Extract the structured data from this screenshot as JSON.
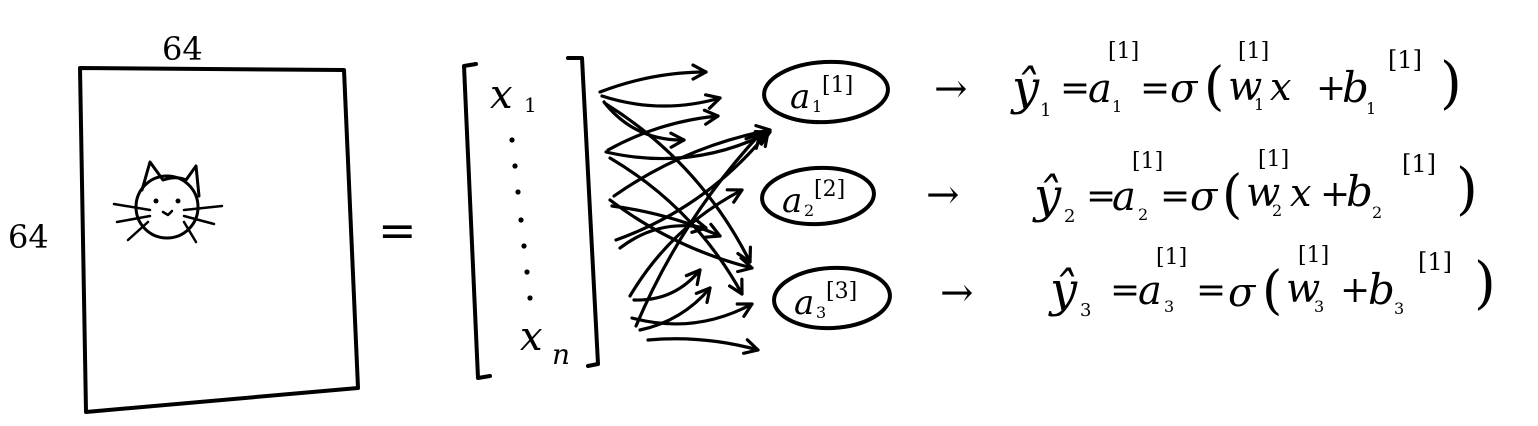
{
  "image_panel": {
    "width_label": "64",
    "height_label": "64"
  },
  "equals_sign": "=",
  "input_vector": {
    "first_symbol": "x",
    "first_index": "1",
    "last_symbol": "x",
    "last_index": "n"
  },
  "neurons": [
    {
      "symbol": "a",
      "sub": "1",
      "sup": "[1]"
    },
    {
      "symbol": "a",
      "sub": "2",
      "sup": "[2]"
    },
    {
      "symbol": "a",
      "sub": "3",
      "sup": "[3]"
    }
  ],
  "arrow_glyph": "→",
  "equations": [
    {
      "yhat": "ŷ",
      "y_sub": "1",
      "eq1": "=",
      "a": "a",
      "a_sub": "1",
      "a_sup": "[1]",
      "eq2": "=",
      "sigma": "σ",
      "open": "(",
      "w": "w",
      "w_sub": "1",
      "w_sup": "[1]",
      "x": "x",
      "plus": "+",
      "b": "b",
      "b_sub": "1",
      "b_sup": "[1]",
      "close": ")"
    },
    {
      "yhat": "ŷ",
      "y_sub": "2",
      "eq1": "=",
      "a": "a",
      "a_sub": "2",
      "a_sup": "[1]",
      "eq2": "=",
      "sigma": "σ",
      "open": "(",
      "w": "w",
      "w_sub": "2",
      "w_sup": "[1]",
      "x": "x",
      "plus": "+",
      "b": "b",
      "b_sub": "2",
      "b_sup": "[1]",
      "close": ")"
    },
    {
      "yhat": "ŷ",
      "y_sub": "3",
      "eq1": "=",
      "a": "a",
      "a_sub": "3",
      "a_sup": "[1]",
      "eq2": "=",
      "sigma": "σ",
      "open": "(",
      "w": "w",
      "w_sub": "3",
      "w_sup": "[1]",
      "x": "",
      "plus": "+",
      "b": "b",
      "b_sub": "3",
      "b_sup": "[1]",
      "close": ")"
    }
  ]
}
